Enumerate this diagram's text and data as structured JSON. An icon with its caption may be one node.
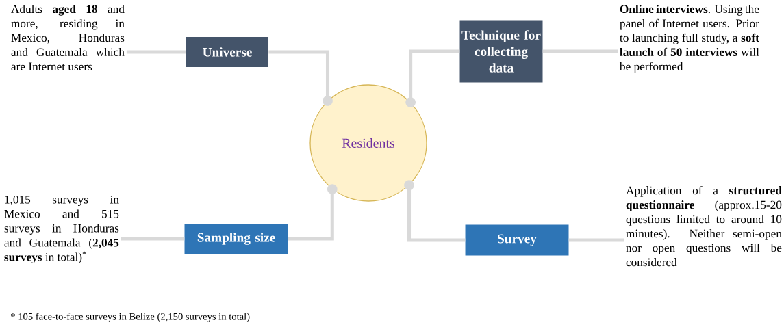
{
  "diagram": {
    "nodes": [
      {
        "text": [
          "Residents"
        ]
      },
      {
        "text": [
          "Universe"
        ]
      },
      {
        "text": [
          "Technique for collecting data"
        ]
      },
      {
        "text": [
          "Sampling size"
        ]
      },
      {
        "text": [
          "Survey"
        ]
      },
      {
        "text": [
          "Adults **aged 18** and more, residing in Mexico, Honduras and Guatemala which are Internet users"
        ]
      },
      {
        "text": [
          "**Online interviews**. Using the panel of Internet users. Prior to launching full study, a **soft launch** of **50 interviews** will be performed"
        ]
      },
      {
        "text": [
          "1,015 surveys in Mexico and 515 surveys in Honduras and Guatemala (**2,045 surveys** in total)$^{*}$"
        ]
      },
      {
        "text": [
          "Application of a **structured questionnaire** (approx.15-20 questions limited to around 10 minutes). Neither semi-open nor open questions will be considered"
        ]
      }
    ],
    "edges": [
      {
        "from": 0,
        "to": 1,
        "arrow": "other"
      },
      {
        "from": 0,
        "to": 2,
        "arrow": "other"
      },
      {
        "from": 0,
        "to": 3,
        "arrow": "other"
      },
      {
        "from": 0,
        "to": 4,
        "arrow": "other"
      },
      {
        "from": 1,
        "to": 5,
        "arrow": "none"
      },
      {
        "from": 2,
        "to": 6,
        "arrow": "none"
      },
      {
        "from": 3,
        "to": 7,
        "arrow": "none"
      },
      {
        "from": 4,
        "to": 8,
        "arrow": "none"
      }
    ],
    "labels": [
      "* 105 face-to-face surveys in Belize (2,150 surveys in total)"
    ]
  }
}
